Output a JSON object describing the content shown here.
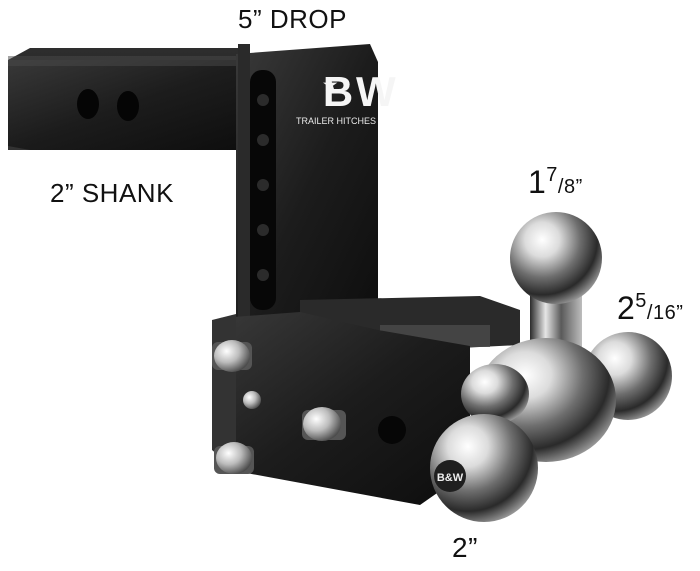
{
  "labels": {
    "drop": "5” DROP",
    "shank": "2” SHANK",
    "ball_top": {
      "whole": "1",
      "num": "7",
      "den": "8”"
    },
    "ball_right": {
      "whole": "2",
      "num": "5",
      "den": "16”"
    },
    "ball_front": "2”"
  },
  "logo": {
    "mark": "B&W",
    "sub": "TRAILER HITCHES",
    "ball_stamp": "B&W"
  },
  "colors": {
    "background": "#ffffff",
    "hitch_body": "#1a1a1a",
    "chrome_highlight": "#f2f2f2",
    "chrome_shadow": "#3a3a3a",
    "text": "#111111"
  }
}
